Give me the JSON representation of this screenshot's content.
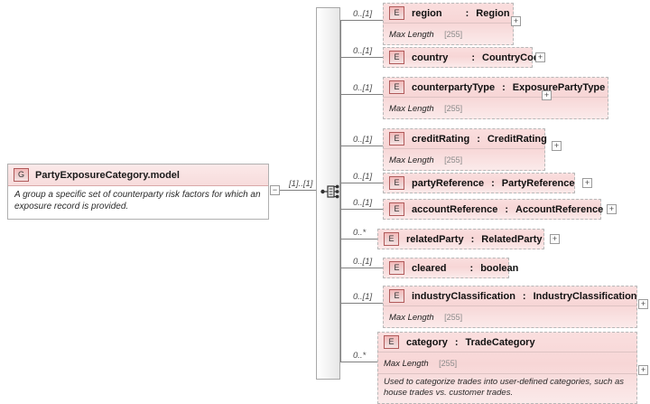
{
  "diagram": {
    "kind": "xsd-schema-diagram",
    "background": "#ffffff",
    "accent": "#f7d6d6",
    "badge_border": "#b05a5a",
    "line_color": "#808080"
  },
  "group": {
    "badge": "G",
    "title": "PartyExposureCategory.model",
    "documentation": "A group a specific set of counterparty risk factors for which an exposure record is provided.",
    "collapse_toggle": "−",
    "cardinality": "[1]..[1]"
  },
  "compositor": {
    "name": "sequence",
    "icon": "sequence-icon"
  },
  "facet_label": "Max Length",
  "facet_value": "[255]",
  "expand_toggle": "+",
  "separator": ":",
  "elements": [
    {
      "badge": "E",
      "name": "region",
      "type": "Region",
      "cardinality": "0..[1]",
      "facet": true,
      "facet_label": "Max Length",
      "facet_value": "[255]",
      "doc": "",
      "expandable": true
    },
    {
      "badge": "E",
      "name": "country",
      "type": "CountryCode",
      "cardinality": "0..[1]",
      "facet": false,
      "facet_label": "",
      "facet_value": "",
      "doc": "",
      "expandable": true
    },
    {
      "badge": "E",
      "name": "counterpartyType",
      "type": "ExposurePartyType",
      "cardinality": "0..[1]",
      "facet": true,
      "facet_label": "Max Length",
      "facet_value": "[255]",
      "doc": "",
      "expandable": true
    },
    {
      "badge": "E",
      "name": "creditRating",
      "type": "CreditRating",
      "cardinality": "0..[1]",
      "facet": true,
      "facet_label": "Max Length",
      "facet_value": "[255]",
      "doc": "",
      "expandable": true
    },
    {
      "badge": "E",
      "name": "partyReference",
      "type": "PartyReference",
      "cardinality": "0..[1]",
      "facet": false,
      "facet_label": "",
      "facet_value": "",
      "doc": "",
      "expandable": true
    },
    {
      "badge": "E",
      "name": "accountReference",
      "type": "AccountReference",
      "cardinality": "0..[1]",
      "facet": false,
      "facet_label": "",
      "facet_value": "",
      "doc": "",
      "expandable": true
    },
    {
      "badge": "E",
      "name": "relatedParty",
      "type": "RelatedParty",
      "cardinality": "0..*",
      "facet": false,
      "facet_label": "",
      "facet_value": "",
      "doc": "",
      "expandable": true
    },
    {
      "badge": "E",
      "name": "cleared",
      "type": "boolean",
      "cardinality": "0..[1]",
      "facet": false,
      "facet_label": "",
      "facet_value": "",
      "doc": "",
      "expandable": false
    },
    {
      "badge": "E",
      "name": "industryClassification",
      "type": "IndustryClassification",
      "cardinality": "0..[1]",
      "facet": true,
      "facet_label": "Max Length",
      "facet_value": "[255]",
      "doc": "",
      "expandable": true
    },
    {
      "badge": "E",
      "name": "category",
      "type": "TradeCategory",
      "cardinality": "0..*",
      "facet": true,
      "facet_label": "Max Length",
      "facet_value": "[255]",
      "doc": "Used to categorize trades into user-defined categories, such as house trades vs. customer trades.",
      "expandable": true
    }
  ]
}
